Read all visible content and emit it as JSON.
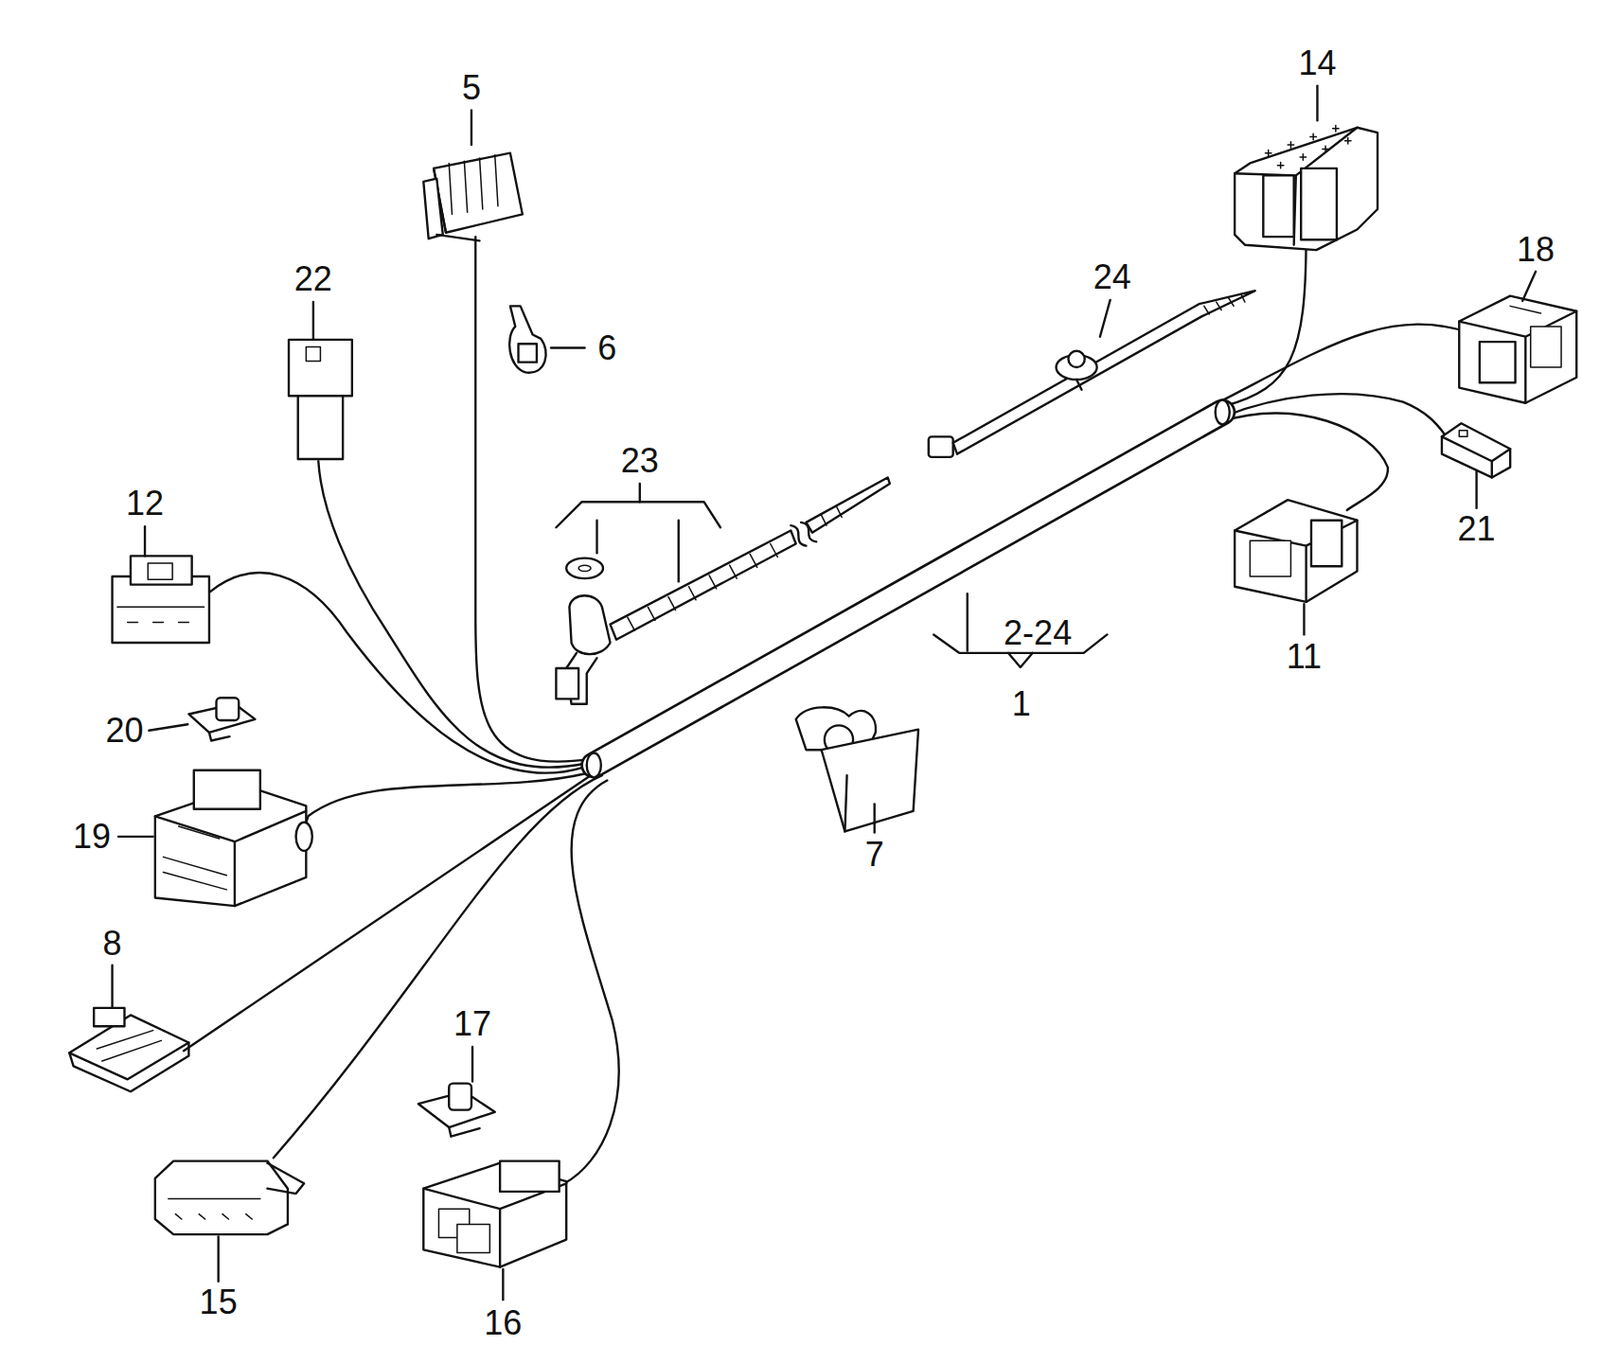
{
  "diagram": {
    "labels": [
      "5",
      "14",
      "22",
      "24",
      "18",
      "6",
      "23",
      "12",
      "2-24",
      "1",
      "11",
      "21",
      "20",
      "19",
      "7",
      "8",
      "17",
      "15",
      "16"
    ]
  }
}
